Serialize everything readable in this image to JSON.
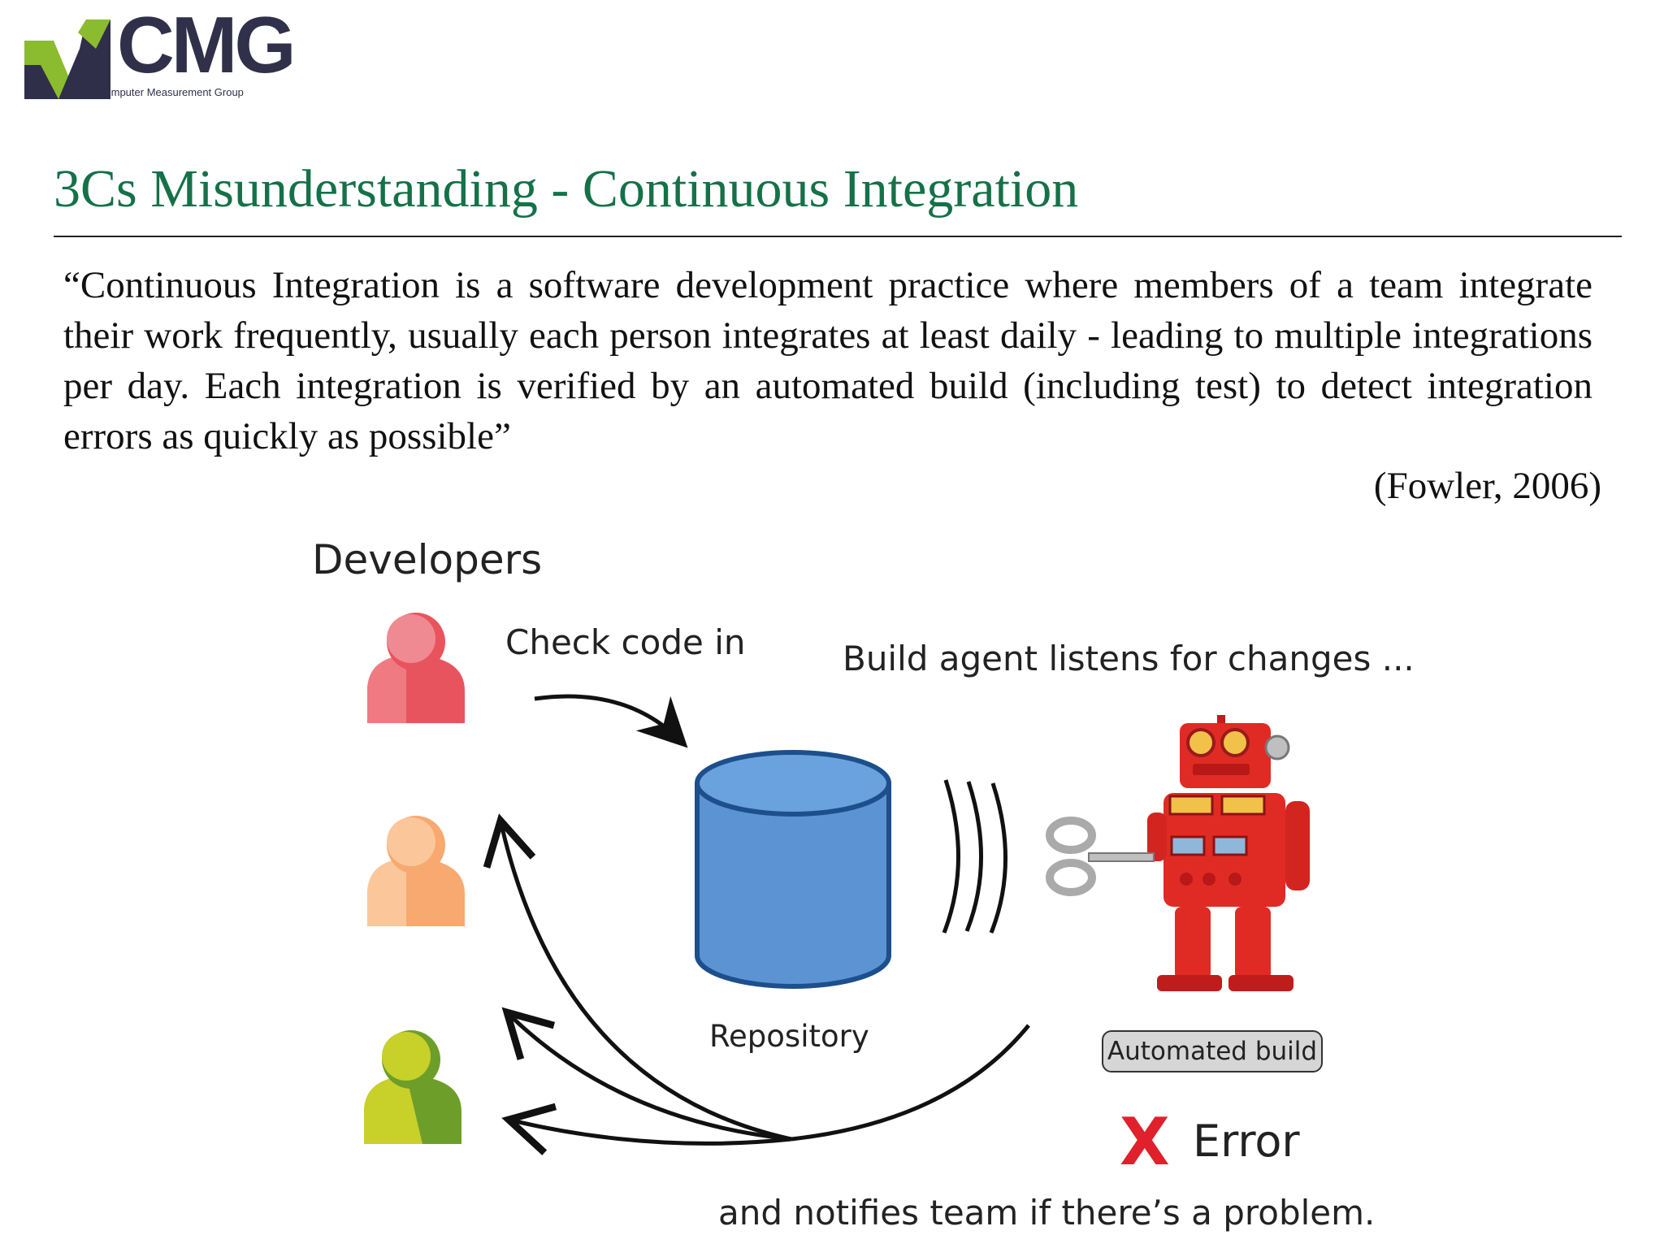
{
  "logo": {
    "wordmark": "CMG",
    "subtitle": "Computer Measurement Group"
  },
  "slide": {
    "title": "3Cs Misunderstanding - Continuous Integration",
    "quote": "“Continuous Integration is a software development practice where members of a team integrate their work frequently, usually each person integrates at least daily - leading to multiple integrations per day. Each integration is verified by an automated build (including test) to detect integration errors as quickly as possible”",
    "citation": "(Fowler, 2006)"
  },
  "diagram": {
    "developers_label": "Developers",
    "check_in_label": "Check code in",
    "listen_label": "Build agent listens for changes ...",
    "repository_label": "Repository",
    "build_button": "Automated build",
    "error_label": "Error",
    "error_icon": "X",
    "notify_label": "and notifies team if there’s a problem.",
    "developer_colors": [
      "#e8545d",
      "#f7a970",
      "#a9c130"
    ],
    "repository_color": "#5b93d3",
    "robot_color": "#e02b24"
  }
}
